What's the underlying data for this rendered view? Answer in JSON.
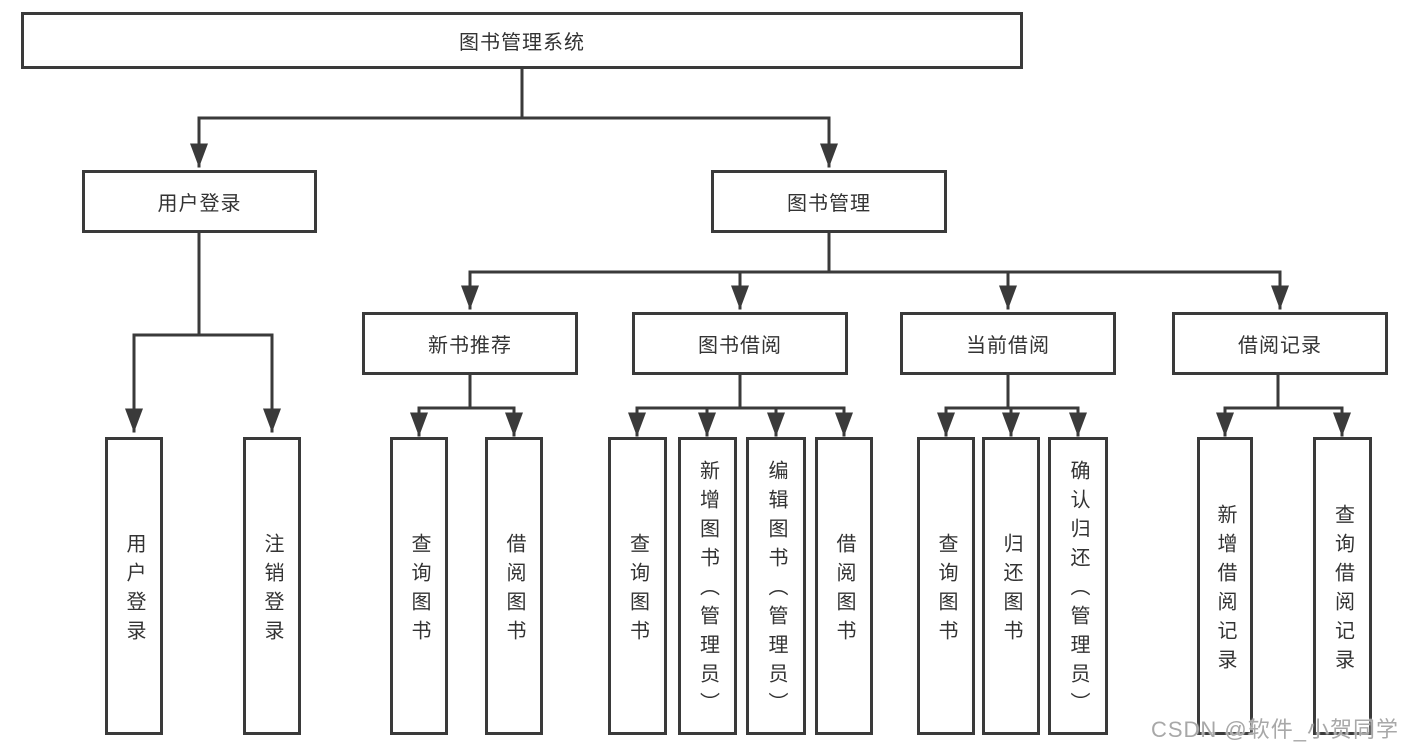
{
  "diagram": {
    "root": {
      "label": "图书管理系统"
    },
    "level2": [
      {
        "id": "user-login",
        "label": "用户登录"
      },
      {
        "id": "book-management",
        "label": "图书管理"
      }
    ],
    "level3": [
      {
        "id": "new-book-recommend",
        "label": "新书推荐"
      },
      {
        "id": "book-borrow",
        "label": "图书借阅"
      },
      {
        "id": "current-borrow",
        "label": "当前借阅"
      },
      {
        "id": "borrow-record",
        "label": "借阅记录"
      }
    ],
    "leaves": [
      {
        "id": "user-login-leaf",
        "label": "用户登录",
        "parent": "用户登录"
      },
      {
        "id": "logout",
        "label": "注销登录",
        "parent": "用户登录"
      },
      {
        "id": "recommend-query-book",
        "label": "查询图书",
        "parent": "新书推荐"
      },
      {
        "id": "recommend-borrow-book",
        "label": "借阅图书",
        "parent": "新书推荐"
      },
      {
        "id": "borrow-query-book",
        "label": "查询图书",
        "parent": "图书借阅"
      },
      {
        "id": "borrow-add-book",
        "label": "新增图书（管理员）",
        "parent": "图书借阅"
      },
      {
        "id": "borrow-edit-book",
        "label": "编辑图书（管理员）",
        "parent": "图书借阅"
      },
      {
        "id": "borrow-borrow-book",
        "label": "借阅图书",
        "parent": "图书借阅"
      },
      {
        "id": "current-query-book",
        "label": "查询图书",
        "parent": "当前借阅"
      },
      {
        "id": "current-return-book",
        "label": "归还图书",
        "parent": "当前借阅"
      },
      {
        "id": "current-confirm-return",
        "label": "确认归还（管理员）",
        "parent": "当前借阅"
      },
      {
        "id": "record-add",
        "label": "新增借阅记录",
        "parent": "借阅记录"
      },
      {
        "id": "record-query",
        "label": "查询借阅记录",
        "parent": "借阅记录"
      }
    ]
  },
  "watermark": {
    "text": "CSDN @软件_小贺同学"
  },
  "colors": {
    "line": "#3a3a3a",
    "text": "#333333",
    "background": "#ffffff",
    "watermark": "#a8a8a8"
  }
}
